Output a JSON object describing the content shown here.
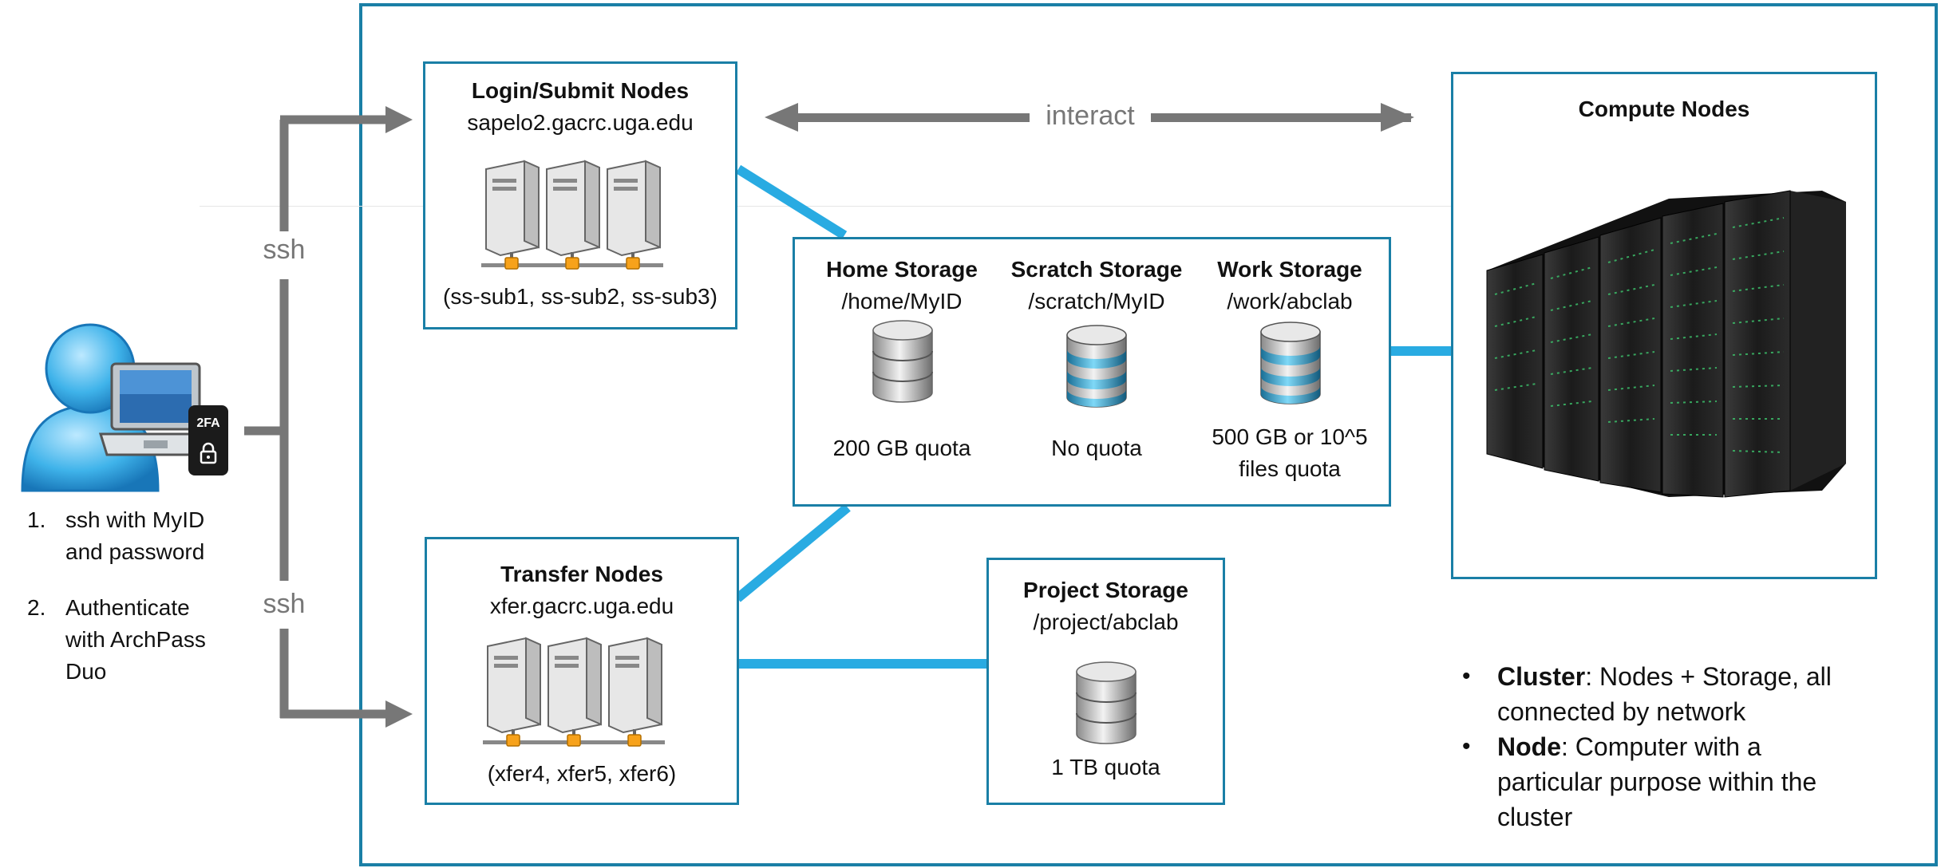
{
  "login": {
    "title": "Login/Submit Nodes",
    "host": "sapelo2.gacrc.uga.edu",
    "nodes": "(ss-sub1, ss-sub2, ss-sub3)"
  },
  "transfer": {
    "title": "Transfer Nodes",
    "host": "xfer.gacrc.uga.edu",
    "nodes": "(xfer4, xfer5, xfer6)"
  },
  "storage": {
    "home": {
      "title": "Home Storage",
      "path": "/home/MyID",
      "quota": "200 GB quota"
    },
    "scratch": {
      "title": "Scratch Storage",
      "path": "/scratch/MyID",
      "quota": "No quota"
    },
    "work": {
      "title": "Work Storage",
      "path": "/work/abclab",
      "quota_line1": "500 GB or 10^5",
      "quota_line2": "files quota"
    },
    "project": {
      "title": "Project Storage",
      "path": "/project/abclab",
      "quota": "1 TB quota"
    }
  },
  "compute": {
    "title": "Compute Nodes"
  },
  "labels": {
    "interact": "interact",
    "ssh_top": "ssh",
    "ssh_bottom": "ssh",
    "badge": "2FA"
  },
  "steps": [
    {
      "num": "1.",
      "line1": "ssh with MyID",
      "line2": "and password",
      "line3": ""
    },
    {
      "num": "2.",
      "line1": "Authenticate",
      "line2": "with ArchPass",
      "line3": "Duo"
    }
  ],
  "definitions": [
    {
      "term": "Cluster",
      "text1": ": Nodes + Storage, all",
      "text2": "connected by network",
      "text3": ""
    },
    {
      "term": "Node",
      "text1": ": Computer with a",
      "text2": "particular purpose within the",
      "text3": "cluster"
    }
  ],
  "colors": {
    "frame": "#1a7fa6",
    "connector": "#29abe2",
    "arrow": "#777777"
  }
}
